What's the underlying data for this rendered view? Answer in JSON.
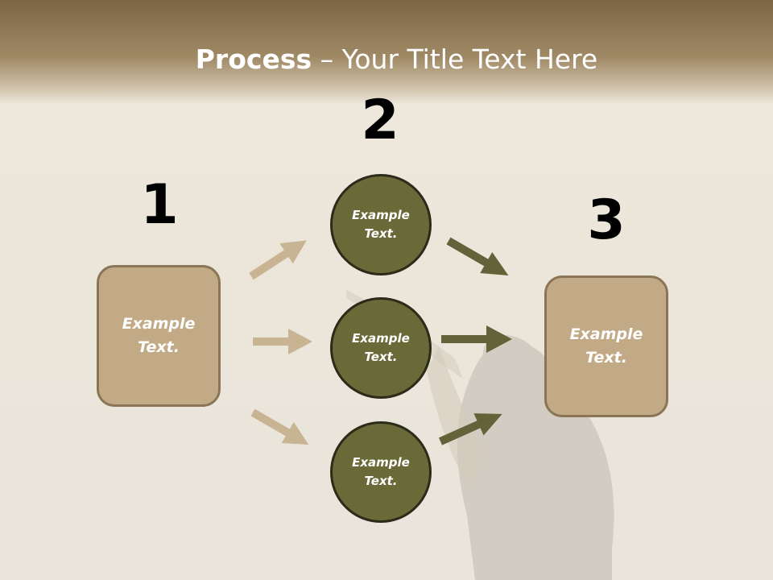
{
  "title": {
    "bold": "Process",
    "rest": " – Your Title Text Here"
  },
  "steps": {
    "one": "1",
    "two": "2",
    "three": "3"
  },
  "left_box": {
    "text_line1": "Example",
    "text_line2": "Text."
  },
  "right_box": {
    "text_line1": "Example",
    "text_line2": "Text."
  },
  "circles": [
    {
      "line1": "Example",
      "line2": "Text."
    },
    {
      "line1": "Example",
      "line2": "Text."
    },
    {
      "line1": "Example",
      "line2": "Text."
    }
  ],
  "colors": {
    "tan_box": "#c3aa86",
    "olive_circle": "#6a6a38",
    "tan_arrow": "#c8b392",
    "olive_arrow": "#63633a",
    "header_brown": "#7b6544"
  }
}
